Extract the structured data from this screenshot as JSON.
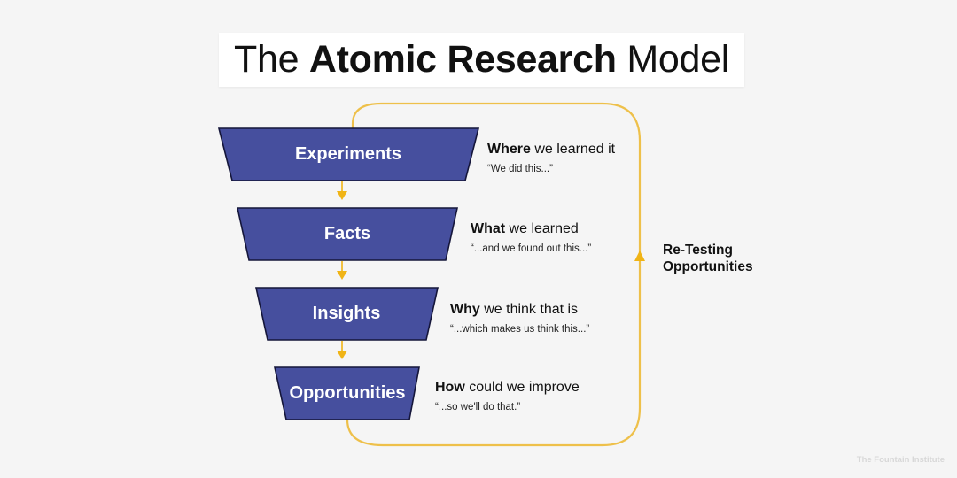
{
  "title": {
    "prefix": "The",
    "bold": "Atomic Research",
    "suffix": "Model"
  },
  "colors": {
    "background": "#f5f5f5",
    "stage_fill": "#464f9e",
    "stage_border": "#15163a",
    "loop": "#eec04a",
    "arrow": "#f0b416"
  },
  "stages": [
    {
      "label": "Experiments",
      "description_bold": "Where",
      "description_rest": " we learned it",
      "quote": "“We did this...”"
    },
    {
      "label": "Facts",
      "description_bold": "What",
      "description_rest": " we learned",
      "quote": "“...and we found out this...”"
    },
    {
      "label": "Insights",
      "description_bold": "Why",
      "description_rest": " we think that is",
      "quote": "“...which makes us think this...”"
    },
    {
      "label": "Opportunities",
      "description_bold": "How",
      "description_rest": " could we improve",
      "quote": "“...so we'll do that.”"
    }
  ],
  "loop_label": {
    "line1": "Re-Testing",
    "line2": "Opportunities"
  },
  "watermark": "The Fountain Institute"
}
